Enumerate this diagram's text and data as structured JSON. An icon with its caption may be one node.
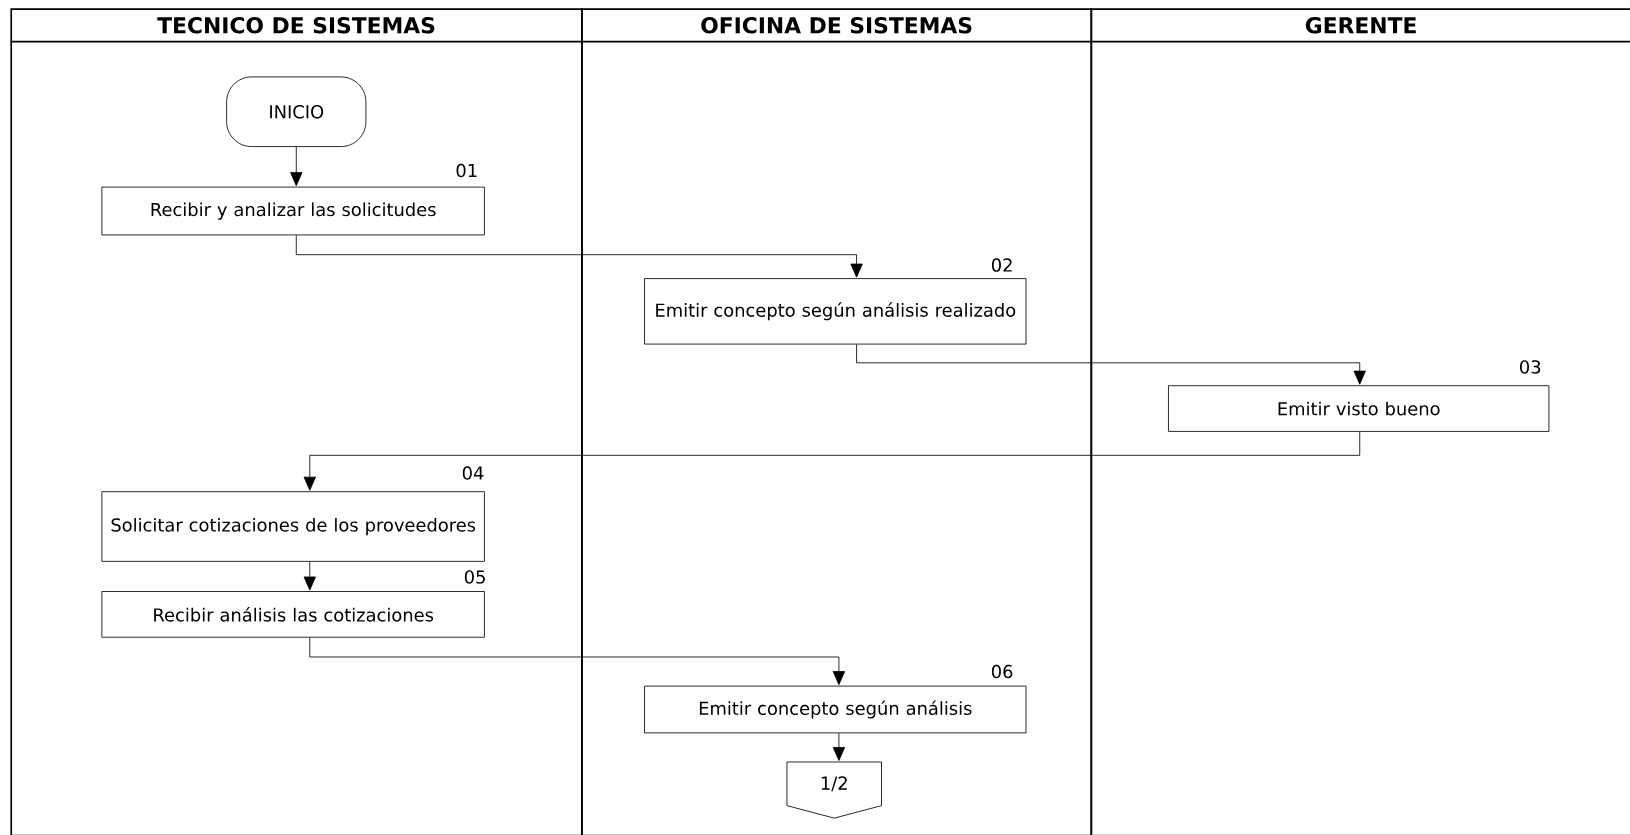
{
  "diagram": {
    "nodes": [
      {
        "text": [
          "TECNICO DE SISTEMAS"
        ]
      },
      {
        "text": [
          "OFICINA DE SISTEMAS"
        ]
      },
      {
        "text": [
          "GERENTE"
        ]
      },
      {
        "text": [
          "INICIO"
        ],
        "in": 0
      },
      {
        "text": [
          "Recibir y analizar las solicitudes"
        ],
        "in": 0,
        "beside": [
          "01"
        ]
      },
      {
        "text": [
          "Emitir concepto según análisis realizado"
        ],
        "in": 1,
        "beside": [
          "02"
        ]
      },
      {
        "text": [
          "Emitir visto bueno"
        ],
        "in": 2,
        "beside": [
          "03"
        ]
      },
      {
        "text": [
          "Solicitar cotizaciones de los proveedores"
        ],
        "in": 0,
        "beside": [
          "04"
        ]
      },
      {
        "text": [
          "Recibir análisis las cotizaciones"
        ],
        "in": 0,
        "beside": [
          "05"
        ]
      },
      {
        "text": [
          "Emitir concepto según análisis"
        ],
        "in": 1,
        "beside": [
          "06"
        ]
      },
      {
        "text": [
          "1/2"
        ],
        "in": 1
      }
    ],
    "edges": [
      {
        "from": 3,
        "to": 4,
        "arrow": "to"
      },
      {
        "from": 4,
        "to": 5,
        "arrow": "to"
      },
      {
        "from": 5,
        "to": 6,
        "arrow": "to"
      },
      {
        "from": 6,
        "to": 7,
        "arrow": "to"
      },
      {
        "from": 7,
        "to": 8,
        "arrow": "to"
      },
      {
        "from": 8,
        "to": 9,
        "arrow": "to"
      },
      {
        "from": 9,
        "to": 10,
        "arrow": "to"
      }
    ]
  }
}
